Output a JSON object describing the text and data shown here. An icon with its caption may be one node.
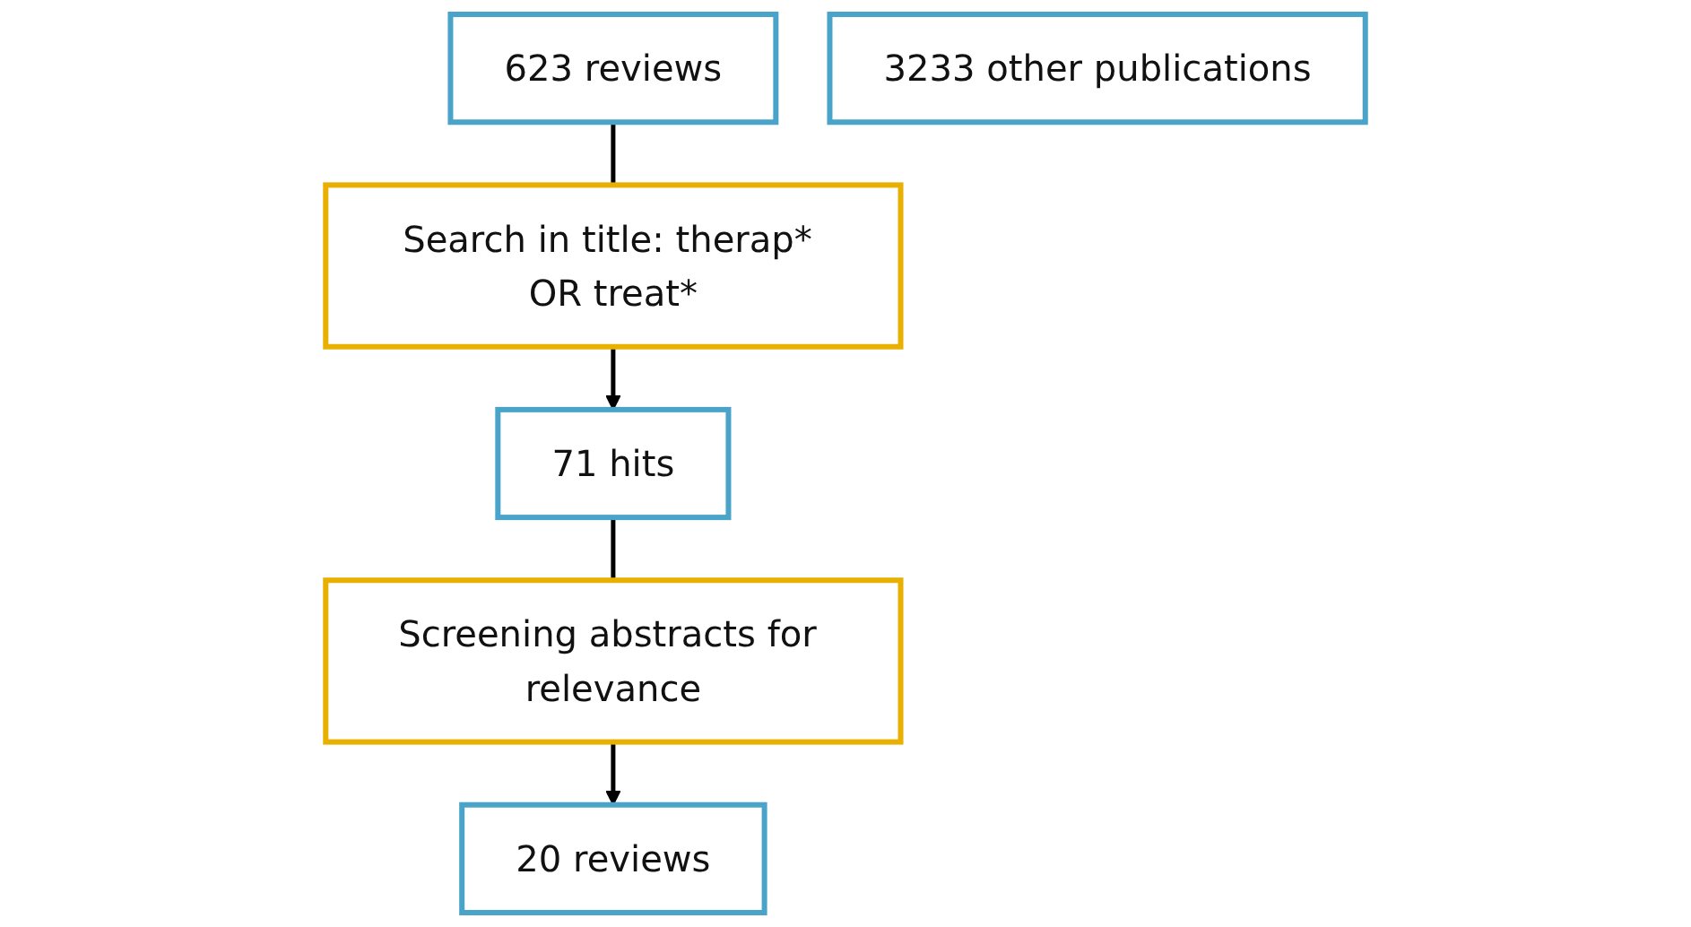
{
  "diagram": {
    "nodes": [
      {
        "text": [
          "623 reviews"
        ]
      },
      {
        "text": [
          "3233 other publications"
        ]
      },
      {
        "text": [
          "Search in title: therap* OR treat*"
        ]
      },
      {
        "text": [
          "71 hits"
        ]
      },
      {
        "text": [
          "Screening abstracts for relevance"
        ]
      },
      {
        "text": [
          "20 reviews"
        ]
      }
    ],
    "edges": [
      {
        "from": 0,
        "to": 2,
        "arrow": "none"
      },
      {
        "from": 2,
        "to": 3,
        "arrow": "to"
      },
      {
        "from": 3,
        "to": 4,
        "arrow": "none"
      },
      {
        "from": 4,
        "to": 5,
        "arrow": "to"
      }
    ]
  }
}
